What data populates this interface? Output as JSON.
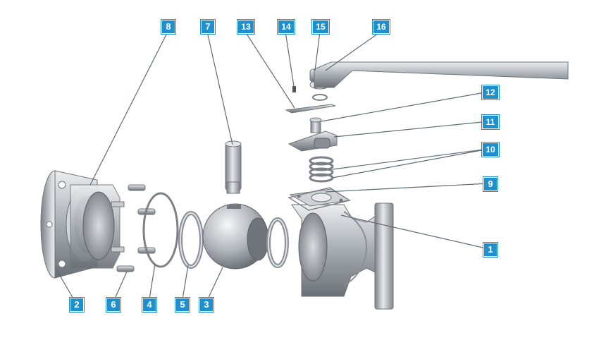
{
  "diagram": {
    "colors": {
      "callout": "#1f8fce",
      "leader": "#5d6b75",
      "metal_dark": "#6f747a",
      "metal_mid": "#a9aeb4",
      "metal_light": "#e4e7ea"
    },
    "parts": [
      {
        "id": "part-1",
        "label": "1"
      },
      {
        "id": "part-2",
        "label": "2"
      },
      {
        "id": "part-3",
        "label": "3"
      },
      {
        "id": "part-4",
        "label": "4"
      },
      {
        "id": "part-5",
        "label": "5"
      },
      {
        "id": "part-6",
        "label": "6"
      },
      {
        "id": "part-7",
        "label": "7"
      },
      {
        "id": "part-8",
        "label": "8"
      },
      {
        "id": "part-9",
        "label": "9"
      },
      {
        "id": "part-10",
        "label": "10"
      },
      {
        "id": "part-11",
        "label": "11"
      },
      {
        "id": "part-12",
        "label": "12"
      },
      {
        "id": "part-13",
        "label": "13"
      },
      {
        "id": "part-14",
        "label": "14"
      },
      {
        "id": "part-15",
        "label": "15"
      },
      {
        "id": "part-16",
        "label": "16"
      }
    ]
  }
}
